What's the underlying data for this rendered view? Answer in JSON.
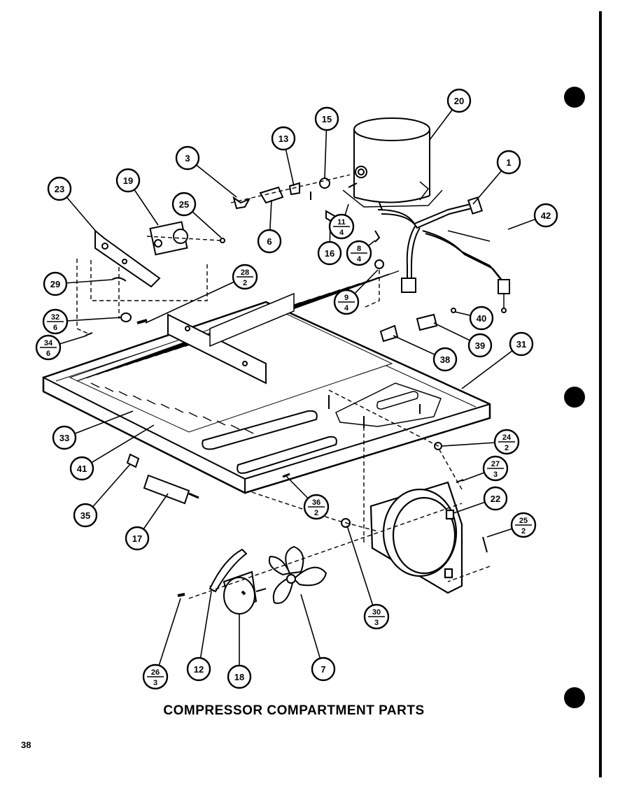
{
  "caption": "COMPRESSOR COMPARTMENT PARTS",
  "page_number": "38",
  "callouts": [
    {
      "id": "c1",
      "label": "1"
    },
    {
      "id": "c3",
      "label": "3"
    },
    {
      "id": "c6",
      "label": "6"
    },
    {
      "id": "c7",
      "label": "7"
    },
    {
      "id": "c12",
      "label": "12"
    },
    {
      "id": "c13",
      "label": "13"
    },
    {
      "id": "c15",
      "label": "15"
    },
    {
      "id": "c16",
      "label": "16"
    },
    {
      "id": "c17",
      "label": "17"
    },
    {
      "id": "c18",
      "label": "18"
    },
    {
      "id": "c19",
      "label": "19"
    },
    {
      "id": "c20",
      "label": "20"
    },
    {
      "id": "c22",
      "label": "22"
    },
    {
      "id": "c23",
      "label": "23"
    },
    {
      "id": "c25",
      "label": "25"
    },
    {
      "id": "c29",
      "label": "29"
    },
    {
      "id": "c31",
      "label": "31"
    },
    {
      "id": "c33",
      "label": "33"
    },
    {
      "id": "c35",
      "label": "35"
    },
    {
      "id": "c38",
      "label": "38"
    },
    {
      "id": "c39",
      "label": "39"
    },
    {
      "id": "c40",
      "label": "40"
    },
    {
      "id": "c41",
      "label": "41"
    },
    {
      "id": "c42",
      "label": "42"
    }
  ],
  "fraction_callouts": [
    {
      "id": "f11_4",
      "top": "11",
      "bottom": "4"
    },
    {
      "id": "f8_4",
      "top": "8",
      "bottom": "4"
    },
    {
      "id": "f9_4",
      "top": "9",
      "bottom": "4"
    },
    {
      "id": "f28_2",
      "top": "28",
      "bottom": "2"
    },
    {
      "id": "f32_6",
      "top": "32",
      "bottom": "6"
    },
    {
      "id": "f34_6",
      "top": "34",
      "bottom": "6"
    },
    {
      "id": "f24_2",
      "top": "24",
      "bottom": "2"
    },
    {
      "id": "f27_3",
      "top": "27",
      "bottom": "3"
    },
    {
      "id": "f25_2",
      "top": "25",
      "bottom": "2"
    },
    {
      "id": "f36_2",
      "top": "36",
      "bottom": "2"
    },
    {
      "id": "f30_3",
      "top": "30",
      "bottom": "3"
    },
    {
      "id": "f26_3",
      "top": "26",
      "bottom": "3"
    }
  ]
}
